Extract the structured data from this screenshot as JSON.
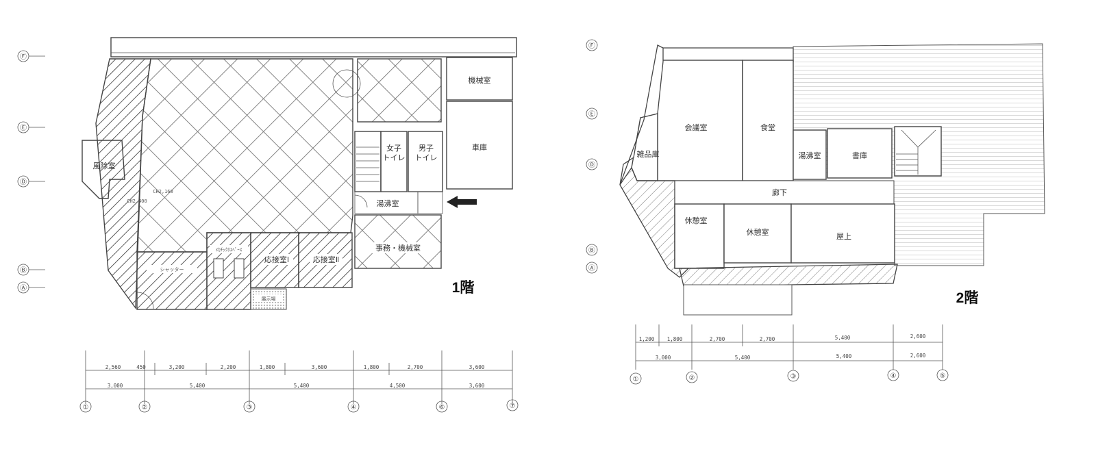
{
  "floor1": {
    "label": "1階",
    "rooms": {
      "machine_room": "機械室",
      "garage": "車庫",
      "womens_toilet": "女子\nトイレ",
      "mens_toilet": "男子\nトイレ",
      "kettle_room": "湯沸室",
      "office_machine": "事務・機械室",
      "reception1": "応接室Ⅰ",
      "reception2": "応接室Ⅱ",
      "windbreak": "風除室",
      "small_label_a": "ﾒｶﾁｯｸﾎｽﾍﾟｰｽ",
      "small_label_b": "展示場",
      "small_label_c": "シャッター"
    },
    "annotations": {
      "ch1": "CH2,160",
      "ch2": "CH2,400"
    },
    "dim_row1": [
      "2,560",
      "450",
      "3,200",
      "2,200",
      "1,800",
      "3,600",
      "1,800",
      "2,700",
      "3,600"
    ],
    "dim_row2": [
      "3,000",
      "5,400",
      "5,400",
      "4,500",
      "3,600"
    ],
    "col_axes": [
      "①",
      "②",
      "③",
      "④",
      "⑥",
      "⑦"
    ],
    "row_axes": [
      "Ⓕ",
      "Ⓔ",
      "Ⓓ",
      "Ⓑ",
      "Ⓐ"
    ]
  },
  "floor2": {
    "label": "2階",
    "rooms": {
      "meeting_room": "会議室",
      "dining": "食堂",
      "storage": "雑品庫",
      "kettle_room": "湯沸室",
      "library": "書庫",
      "corridor": "廊下",
      "rest_room1": "休憩室",
      "rest_room2": "休憩室",
      "rooftop": "屋上"
    },
    "dim_row1": [
      "1,200",
      "1,800",
      "2,700",
      "2,700",
      "5,400",
      "2,600"
    ],
    "dim_row2": [
      "3,000",
      "5,400",
      "5,400",
      "2,600"
    ],
    "col_axes": [
      "①",
      "②",
      "③",
      "④",
      "⑤"
    ],
    "row_axes": [
      "Ⓕ",
      "Ⓔ",
      "Ⓓ",
      "Ⓑ",
      "Ⓐ"
    ]
  }
}
